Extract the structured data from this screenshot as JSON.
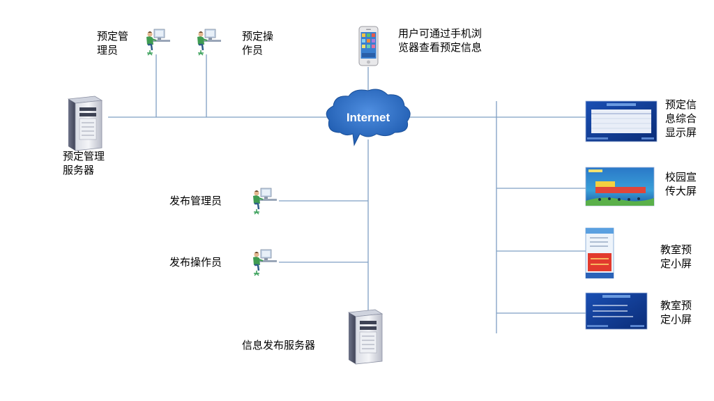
{
  "labels": {
    "booking_admin": [
      "预定管",
      "理员"
    ],
    "booking_operator": [
      "预定操",
      "作员"
    ],
    "mobile_note": [
      "用户可通过手机浏",
      "览器查看预定信息"
    ],
    "internet": "Internet",
    "booking_server": [
      "预定管理",
      "服务器"
    ],
    "publish_admin": "发布管理员",
    "publish_operator": "发布操作员",
    "publish_server": "信息发布服务器",
    "display_summary": [
      "预定信",
      "息综合",
      "显示屏"
    ],
    "display_campus": [
      "校园宣",
      "传大屏"
    ],
    "display_classroom_1": [
      "教室预",
      "定小屏"
    ],
    "display_classroom_2": [
      "教室预",
      "定小屏"
    ]
  },
  "colors": {
    "line": "#7f9fc4",
    "cloud": "#2b6cc4",
    "screen_frame": "#1f4fa0"
  },
  "icons": {
    "workstation": "person-at-computer-icon",
    "server": "server-tower-icon",
    "mobile": "smartphone-icon",
    "cloud": "internet-cloud-icon",
    "screen": "display-screen-icon"
  }
}
